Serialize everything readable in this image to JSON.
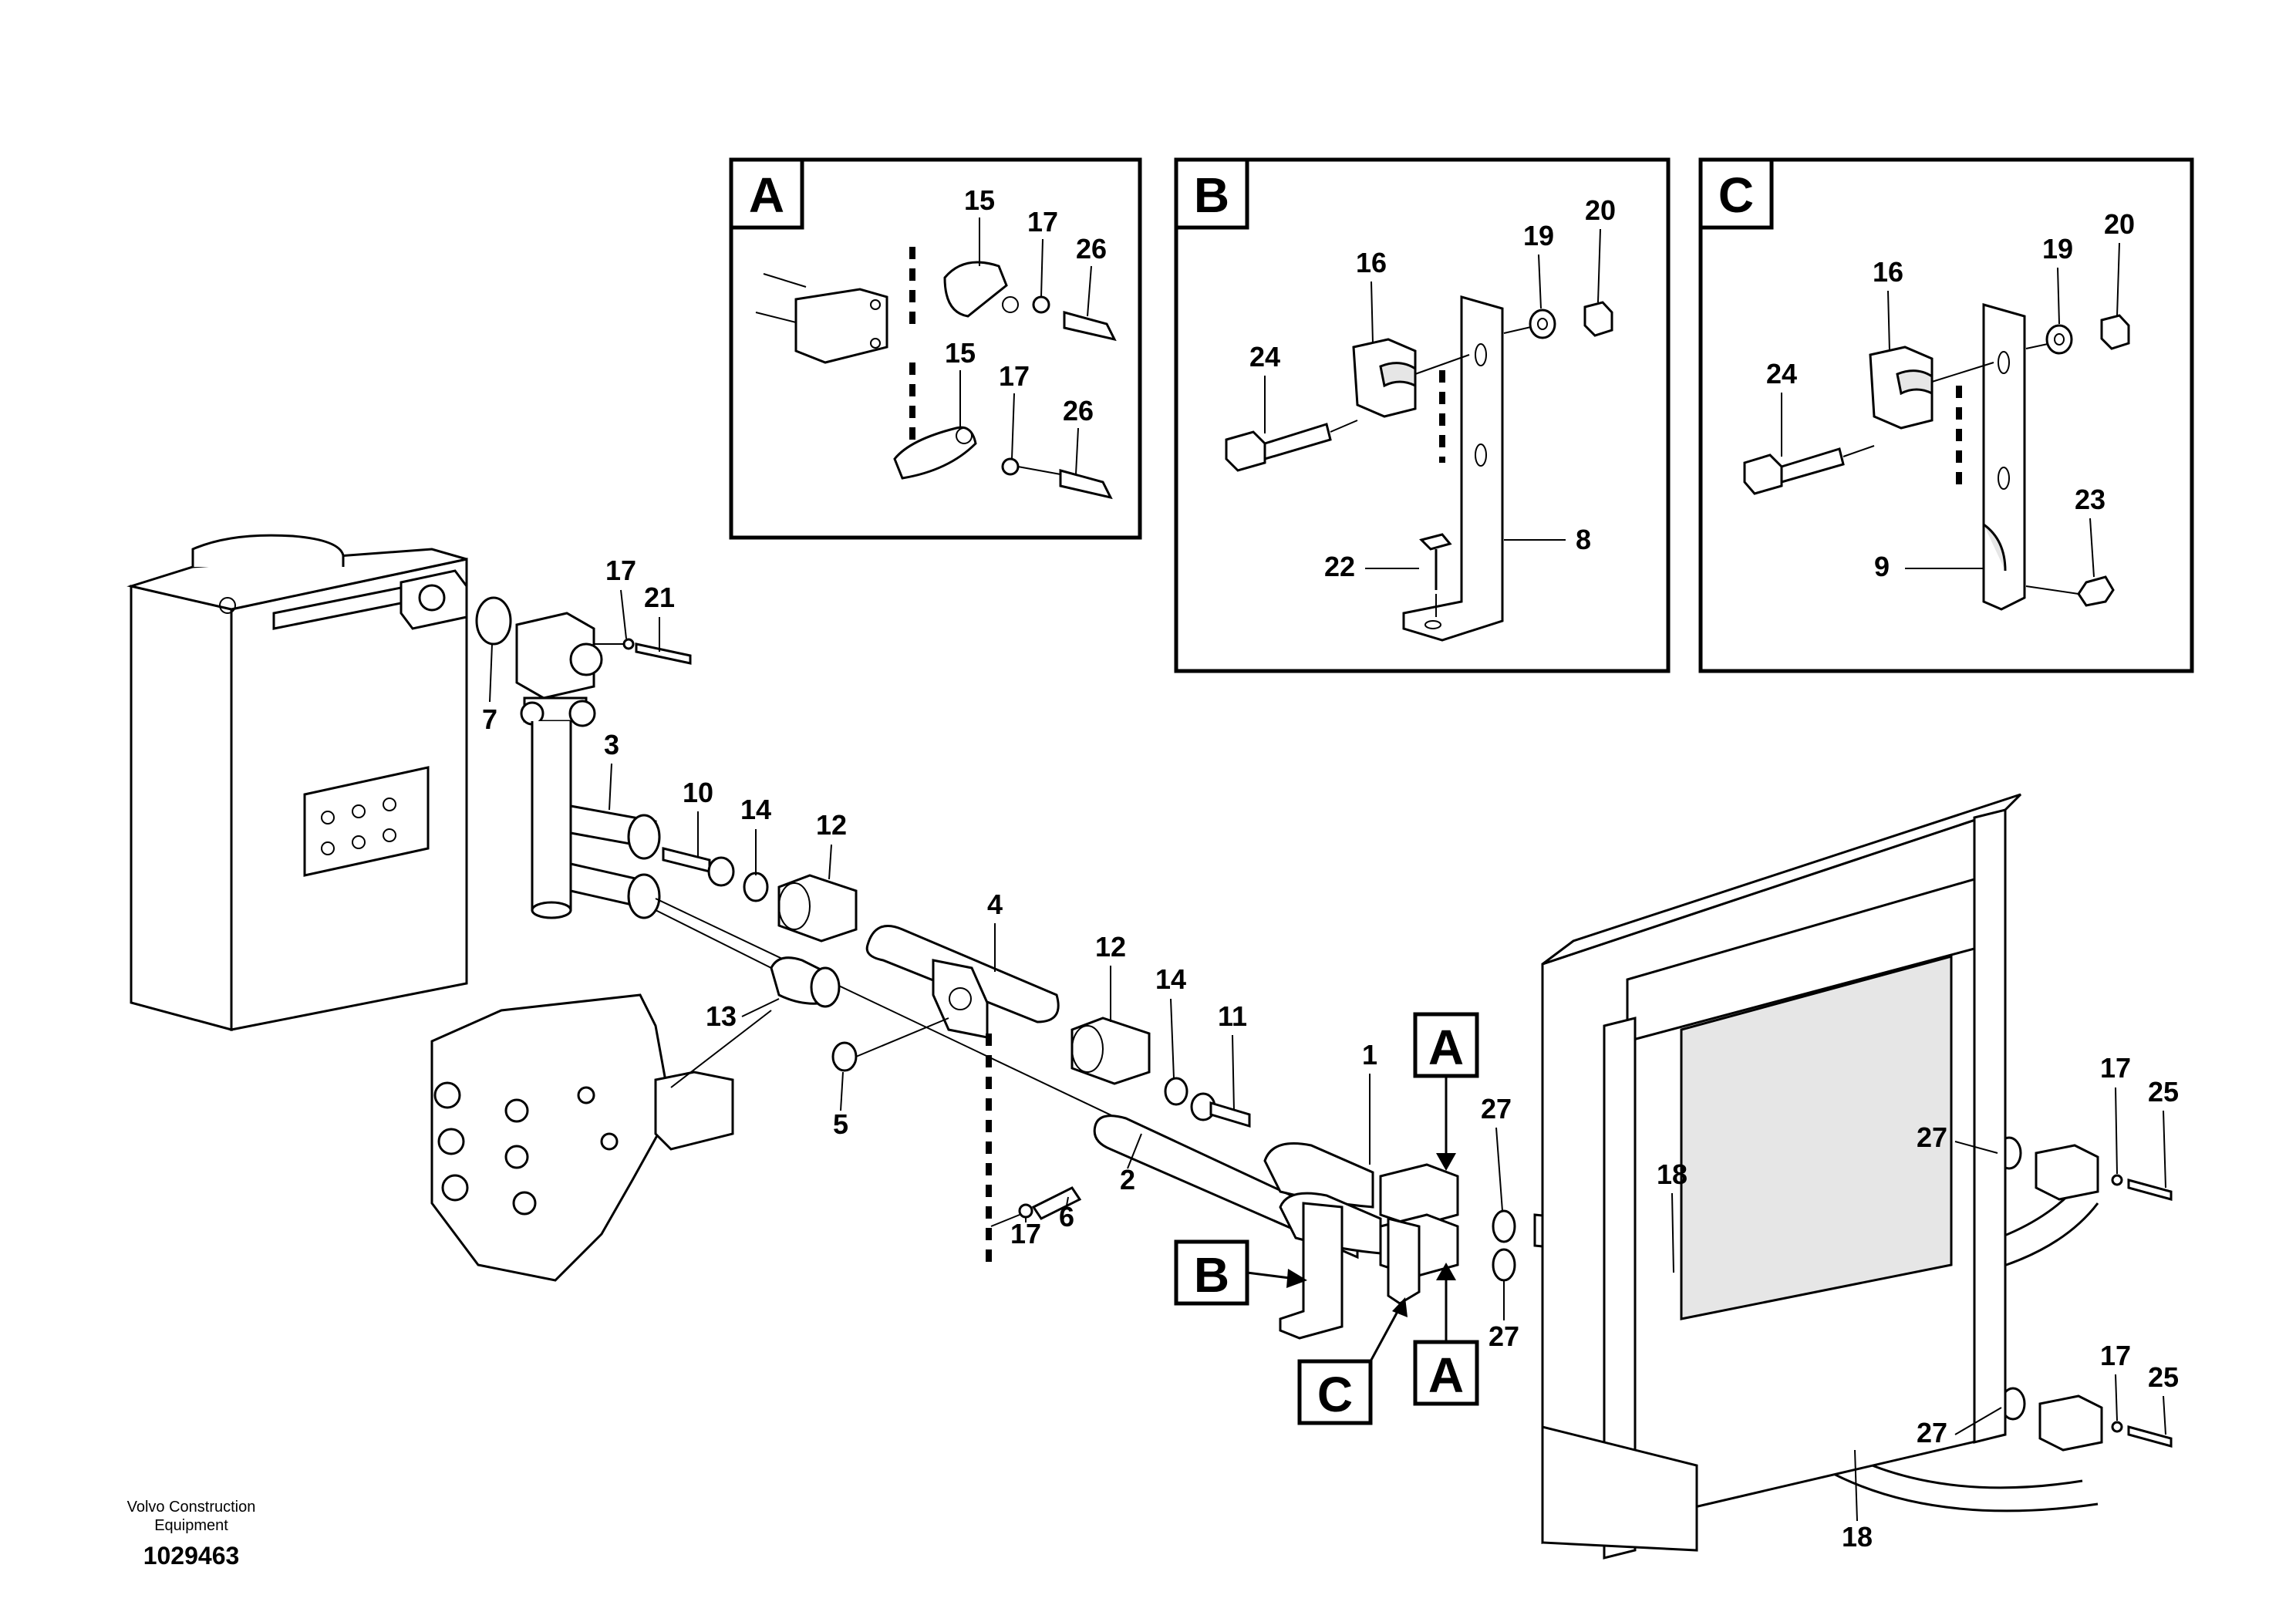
{
  "detail_views": {
    "A": {
      "label": "A",
      "callouts": [
        "15",
        "17",
        "26",
        "15",
        "17",
        "26"
      ]
    },
    "B": {
      "label": "B",
      "callouts": [
        "16",
        "19",
        "20",
        "24",
        "22",
        "8"
      ]
    },
    "C": {
      "label": "C",
      "callouts": [
        "16",
        "19",
        "20",
        "24",
        "23",
        "9"
      ]
    }
  },
  "main_view": {
    "callouts": [
      "17",
      "21",
      "7",
      "3",
      "10",
      "14",
      "12",
      "4",
      "12",
      "14",
      "11",
      "1",
      "13",
      "5",
      "2",
      "17",
      "6",
      "27",
      "27",
      "18",
      "17",
      "25",
      "27",
      "17",
      "25",
      "27",
      "18"
    ],
    "view_refs": [
      "A",
      "A",
      "B",
      "C"
    ]
  },
  "footer": {
    "line1": "Volvo Construction",
    "line2": "Equipment",
    "drawing_number": "1029463"
  }
}
